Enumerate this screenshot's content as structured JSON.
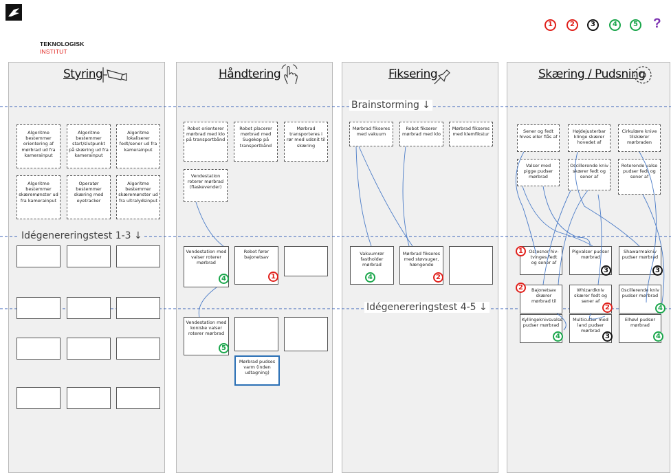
{
  "logo": {
    "line1": "TEKNOLOGISK",
    "line2": "INSTITUT"
  },
  "legend": {
    "items": [
      "1",
      "2",
      "3",
      "4",
      "5"
    ],
    "help": "?"
  },
  "columns": [
    {
      "title": "Styring"
    },
    {
      "title": "Håndtering"
    },
    {
      "title": "Fiksering"
    },
    {
      "title": "Skæring / Pudsning"
    }
  ],
  "phases": {
    "brainstorming": "Brainstorming ↓",
    "test13": "Idégenereringstest 1-3 ↓",
    "test45": "Idégenereringstest 4-5 ↓"
  },
  "notes": {
    "s1": "Algoritme bestemmer orientering af mørbrad ud fra kamerainput",
    "s2": "Algoritme bestemmer start/slutpunkt på skæring ud fra kamerainput",
    "s3": "Algoritme lokaliserer fedt/sener ud fra kamerainput",
    "s4": "Algoritme bestemmer skæremønster ud fra kamerainput",
    "s5": "Operatør bestemmer skæring med eyetracker",
    "s6": "Algoritme bestemmer skæremønster ud fra ultralydsinput",
    "h1": "Robot orienterer mørbrad med klo på transportbånd",
    "h2": "Robot placerer mørbrad med Sugekop på transportbånd",
    "h3": "Mørbrad transporteres i rør med udsnit til skæring",
    "h4": "Vendestation roterer mørbrad (flaskevender)",
    "f1": "Mørbrad fikseres med vakuum",
    "f2": "Robot fikserer mørbrad med klo",
    "f3": "Mørbrad fikseres med klemfikstur",
    "k1": "Sener og fedt hives eller flås af",
    "k2": "Højdejusterbar klinge skærer hovedet af",
    "k3": "Cirkulære knive tilskærer mørbraden",
    "k4": "Valser med pigge pudser mørbrad",
    "k5": "Oscillerende kniv skærer fedt og sener af",
    "k6": "Roterende valse pudser fedt og sener af"
  },
  "boxes": {
    "ht1": "Vendestation med valser roterer mørbrad",
    "ht2": "Robot fører bajonetsav",
    "ft1": "Vakuumrør fastholder mørbrad",
    "ft2": "Mørbrad fikseres med støvsuger, hængende",
    "kt1": "Ostesnor hiv­tvinges fedt og sener af",
    "kt2": "Pigvalser pudser mørbrad",
    "kt3": "Shawarmakniv pudser mørbrad",
    "kt4": "Bajonetsav skærer mørbrad til",
    "kt5": "Whizardkniv skærer fedt og sener af",
    "kt6": "Oscillerende kniv pudser mørbrad",
    "hb1": "Vendestation med koniske valser roterer mørbrad",
    "hb2": "Mørbrad pudses varm (inden udtagning)",
    "kb1": "Kyllingeknivsvalse pudser mørbrad",
    "kb2": "Multicutter med land pudser mørbrad",
    "kb3": "Elhøvl pudser mørbrad"
  },
  "badges": {
    "ht1": "4",
    "ht2": "1",
    "ft1": "4",
    "ft2": "2",
    "kt1": "1",
    "kt2": "3",
    "kt3": "3",
    "kt4": "2",
    "kt5": "2",
    "kt6": "4",
    "hb1": "5",
    "kb1": "4",
    "kb2": "3",
    "kb3": "4"
  },
  "colors": {
    "red": "#e0201b",
    "green": "#1aa64b",
    "black": "#111111",
    "purple": "#7a2fb0",
    "blue_border": "#2a6fb5",
    "phase_line": "#3b63b8"
  }
}
